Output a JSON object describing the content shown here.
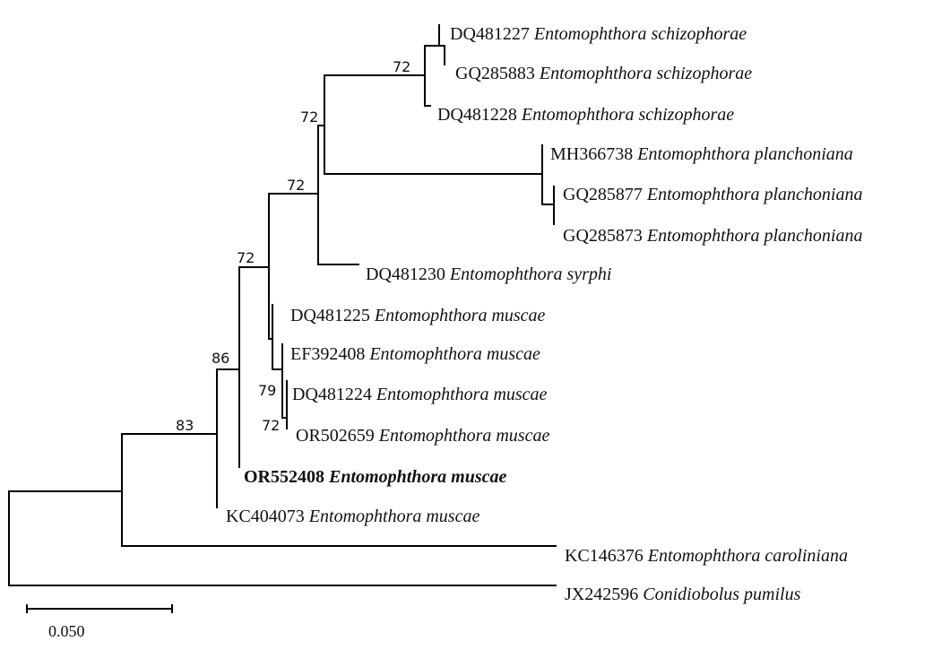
{
  "tree": {
    "leaves": [
      {
        "accession": "DQ481227",
        "species": "Entomophthora schizophorae",
        "bold": false
      },
      {
        "accession": "GQ285883",
        "species": "Entomophthora schizophorae",
        "bold": false
      },
      {
        "accession": "DQ481228",
        "species": "Entomophthora schizophorae",
        "bold": false
      },
      {
        "accession": "MH366738",
        "species": "Entomophthora planchoniana",
        "bold": false
      },
      {
        "accession": "GQ285877",
        "species": "Entomophthora planchoniana",
        "bold": false
      },
      {
        "accession": "GQ285873",
        "species": "Entomophthora planchoniana",
        "bold": false
      },
      {
        "accession": "DQ481230",
        "species": "Entomophthora syrphi",
        "bold": false
      },
      {
        "accession": "DQ481225",
        "species": "Entomophthora muscae",
        "bold": false
      },
      {
        "accession": "EF392408",
        "species": "Entomophthora muscae",
        "bold": false
      },
      {
        "accession": "DQ481224",
        "species": "Entomophthora muscae",
        "bold": false
      },
      {
        "accession": "OR502659",
        "species": "Entomophthora muscae",
        "bold": false
      },
      {
        "accession": "OR552408",
        "species": "Entomophthora muscae",
        "bold": true
      },
      {
        "accession": "KC404073",
        "species": "Entomophthora muscae",
        "bold": false
      },
      {
        "accession": "KC146376",
        "species": "Entomophthora caroliniana",
        "bold": false
      },
      {
        "accession": "JX242596",
        "species": "Conidiobolus pumilus",
        "bold": false
      }
    ],
    "support_values": [
      "72",
      "72",
      "72",
      "72",
      "86",
      "83",
      "79",
      "72"
    ],
    "scale_bar_label": "0.050"
  }
}
